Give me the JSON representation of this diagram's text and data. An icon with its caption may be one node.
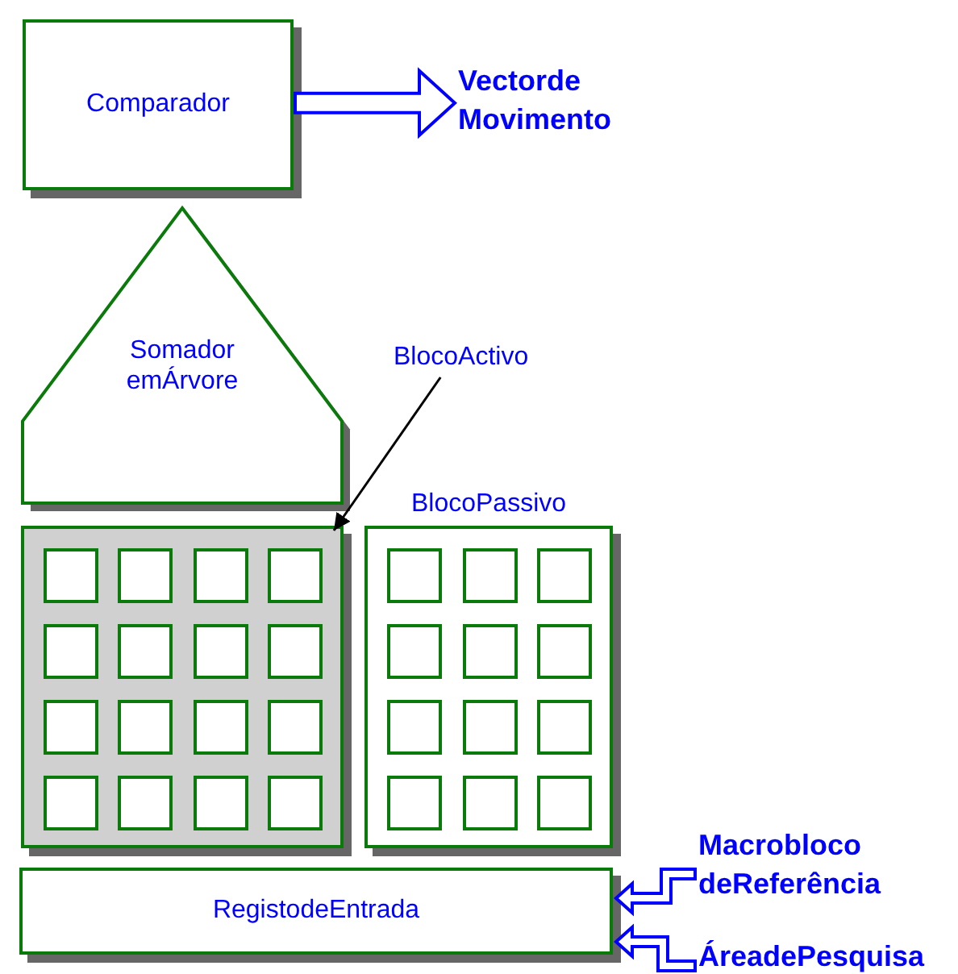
{
  "diagram": {
    "nodes": [
      {
        "text": [
          "Comparador"
        ]
      },
      {
        "text": [
          "Vectorde Movimento"
        ]
      },
      {
        "text": [
          "Somador emÁrvore"
        ]
      },
      {
        "text": [
          "BlocoActivo"
        ]
      },
      {
        "text": [],
        "shape": "box"
      },
      {
        "text": [],
        "shape": "box",
        "in": 4
      },
      {
        "text": [],
        "shape": "box",
        "in": 4
      },
      {
        "text": [],
        "shape": "box",
        "in": 4
      },
      {
        "text": [],
        "shape": "box",
        "in": 4
      },
      {
        "text": [],
        "shape": "box",
        "in": 4
      },
      {
        "text": [],
        "shape": "box",
        "in": 4
      },
      {
        "text": [],
        "shape": "box",
        "in": 4
      },
      {
        "text": [],
        "shape": "box",
        "in": 4
      },
      {
        "text": [],
        "shape": "box",
        "in": 4
      },
      {
        "text": [],
        "shape": "box",
        "in": 4
      },
      {
        "text": [],
        "shape": "box",
        "in": 4
      },
      {
        "text": [],
        "shape": "box",
        "in": 4
      },
      {
        "text": [],
        "shape": "box",
        "in": 4
      },
      {
        "text": [],
        "shape": "box",
        "in": 4
      },
      {
        "text": [],
        "shape": "box",
        "in": 4
      },
      {
        "text": [],
        "shape": "box",
        "in": 4
      },
      {
        "text": [
          "BlocoPassivo"
        ]
      },
      {
        "text": [],
        "shape": "box",
        "in": 21
      },
      {
        "text": [],
        "shape": "box",
        "in": 21
      },
      {
        "text": [],
        "shape": "box",
        "in": 21
      },
      {
        "text": [],
        "shape": "box",
        "in": 21
      },
      {
        "text": [],
        "shape": "box",
        "in": 21
      },
      {
        "text": [],
        "shape": "box",
        "in": 21
      },
      {
        "text": [],
        "shape": "box",
        "in": 21
      },
      {
        "text": [],
        "shape": "box",
        "in": 21
      },
      {
        "text": [],
        "shape": "box",
        "in": 21
      },
      {
        "text": [],
        "shape": "box",
        "in": 21
      },
      {
        "text": [],
        "shape": "box",
        "in": 21
      },
      {
        "text": [],
        "shape": "box",
        "in": 21
      },
      {
        "text": [
          "RegistodeEntrada"
        ]
      },
      {
        "text": [
          "Macrobloco deReferência"
        ]
      },
      {
        "text": [
          "ÁreadePesquisa"
        ]
      }
    ],
    "edges": [
      {
        "from": 0,
        "to": 1,
        "arrow": "to",
        "style": "thick"
      },
      {
        "from": 3,
        "to": 4,
        "arrow": "to",
        "color": "#000000"
      },
      {
        "from": 35,
        "to": 34,
        "arrow": "to",
        "style": "thick"
      },
      {
        "from": 36,
        "to": 34,
        "arrow": "to",
        "style": "thick"
      }
    ]
  }
}
